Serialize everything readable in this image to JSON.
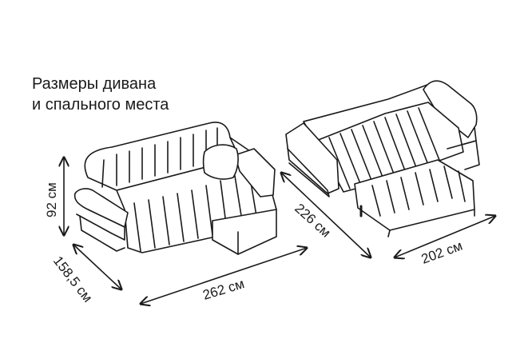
{
  "heading": {
    "line1": "Размеры дивана",
    "line2": "и спального места"
  },
  "dimensions": {
    "height": "92 см",
    "depth": "158,5 см",
    "width": "262 см",
    "bed_length": "226 см",
    "bed_width": "202 см"
  },
  "colors": {
    "line": "#1a1a1a",
    "background": "#ffffff"
  }
}
